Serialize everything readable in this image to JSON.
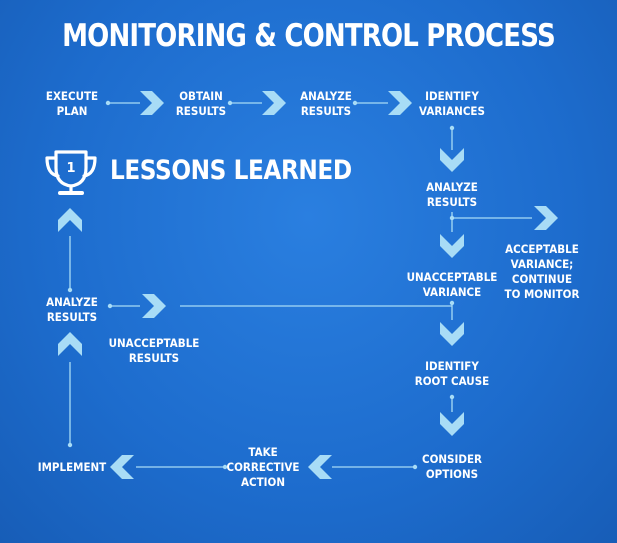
{
  "title": "MONITORING & CONTROL PROCESS",
  "lessons_learned": "LESSONS LEARNED",
  "trophy_number": "1",
  "steps": {
    "execute_plan": "EXECUTE\nPLAN",
    "obtain_results": "OBTAIN\nRESULTS",
    "analyze_results_top": "ANALYZE\nRESULTS",
    "identify_variances": "IDENTIFY\nVARIANCES",
    "analyze_results_right": "ANALYZE\nRESULTS",
    "acceptable_variance": "ACCEPTABLE\nVARIANCE;\nCONTINUE\nTO MONITOR",
    "unacceptable_variance": "UNACCEPTABLE\nVARIANCE",
    "identify_root_cause": "IDENTIFY\nROOT CAUSE",
    "consider_options": "CONSIDER\nOPTIONS",
    "take_corrective_action": "TAKE\nCORRECTIVE\nACTION",
    "implement": "IMPLEMENT",
    "analyze_results_left": "ANALYZE\nRESULTS",
    "unacceptable_results": "UNACCEPTABLE\nRESULTS"
  },
  "colors": {
    "background": "#1f6fd0",
    "chevron": "#a8dcf6",
    "line": "#a8dcf6",
    "text": "#ffffff"
  },
  "icons": {
    "trophy": "trophy-icon",
    "chevron": "chevron-icon"
  }
}
